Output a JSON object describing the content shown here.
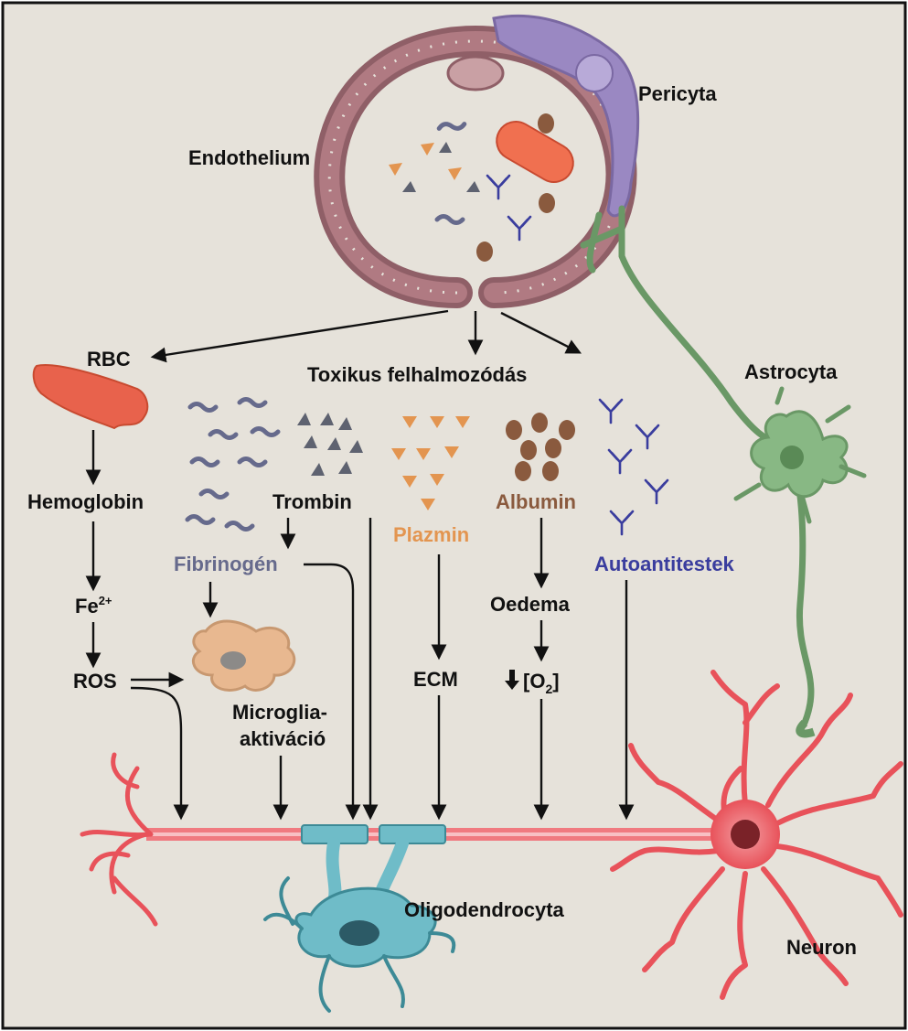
{
  "labels": {
    "pericyte": "Pericyta",
    "endothelium": "Endothelium",
    "astrocyte": "Astrocyta",
    "rbc": "RBC",
    "toxic": "Toxikus felhalmozódás",
    "hemoglobin": "Hemoglobin",
    "fe_base": "Fe",
    "fe_sup": "2+",
    "ros": "ROS",
    "trombin": "Trombin",
    "fibrinogen": "Fibrinogén",
    "plazmin": "Plazmin",
    "albumin": "Albumin",
    "autoantibodies": "Autoantitestek",
    "oedema": "Oedema",
    "ecm": "ECM",
    "o2_open": "[O",
    "o2_sub": "2",
    "o2_close": "]",
    "microglia_1": "Microglia-",
    "microglia_2": "aktiváció",
    "oligodendrocyte": "Oligodendrocyta",
    "neuron": "Neuron"
  },
  "colors": {
    "background": "#e6e2da",
    "endothelium": "#8f5f67",
    "pericyte": "#9a88c2",
    "astrocyte": "#7aa876",
    "rbc": "#e8624c",
    "fibrinogen": "#666a8c",
    "trombin": "#5e6270",
    "plazmin": "#e39550",
    "albumin": "#8a5a3e",
    "antibody": "#3a3d9e",
    "microglia": "#e8b890",
    "oligodendrocyte": "#6fbcc8",
    "neuron": "#e8525a"
  }
}
